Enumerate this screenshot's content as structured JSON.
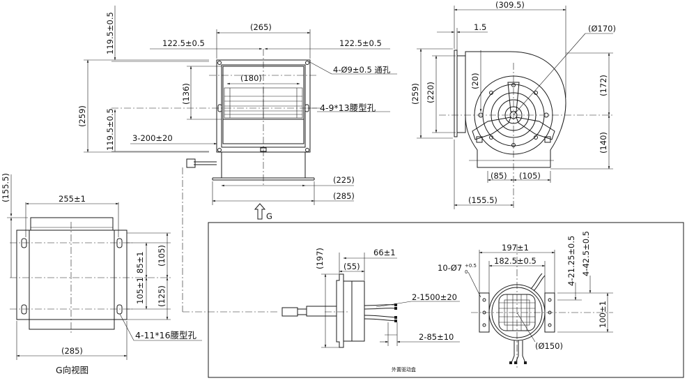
{
  "labels": {
    "front_w265": "(265)",
    "front_l1225": "122.5±0.5",
    "front_r1225": "122.5±0.5",
    "front_holes": "4-Ø9±0.5 通孔",
    "front_1195a": "119.5±0.5",
    "front_1195b": "119.5±0.5",
    "front_259": "(259)",
    "front_136": "(136)",
    "front_180": "(180)",
    "front_slots": "4-9*13腰型孔",
    "front_wire": "3-200±20",
    "front_225": "(225)",
    "front_285": "(285)",
    "side_3095": "(309.5)",
    "side_15": "1.5",
    "side_170": "(Ø170)",
    "side_259": "(259)",
    "side_220": "(220)",
    "side_20": "(20)",
    "side_172": "(172)",
    "side_140": "(140)",
    "side_85": "(85)",
    "side_105": "(105)",
    "side_1555": "(155.5)",
    "g_1555": "(155.5)",
    "g_255": "255±1",
    "g_851": "85±1",
    "g_1051": "105±1",
    "g_105": "(105)",
    "g_125": "(125)",
    "g_285": "(285)",
    "g_slots": "4-11*16腰型孔",
    "g_title": "G向视图",
    "arrow_g": "G",
    "drv_197": "(197)",
    "drv_55": "(55)",
    "drv_66": "66±1",
    "drv_wire1": "2-1500±20",
    "drv_wire2": "2-85±10",
    "box_197": "197±1",
    "box_1825": "182.5±0.5",
    "box_holes": "10-Ø7",
    "box_tol_up": "+0.5",
    "box_tol_dn": "0",
    "box_2125": "4-21.25±0.5",
    "box_425": "4-42.5±0.5",
    "box_100": "100±1",
    "box_150": "(Ø150)",
    "driver_caption": "外置驱动盒"
  }
}
